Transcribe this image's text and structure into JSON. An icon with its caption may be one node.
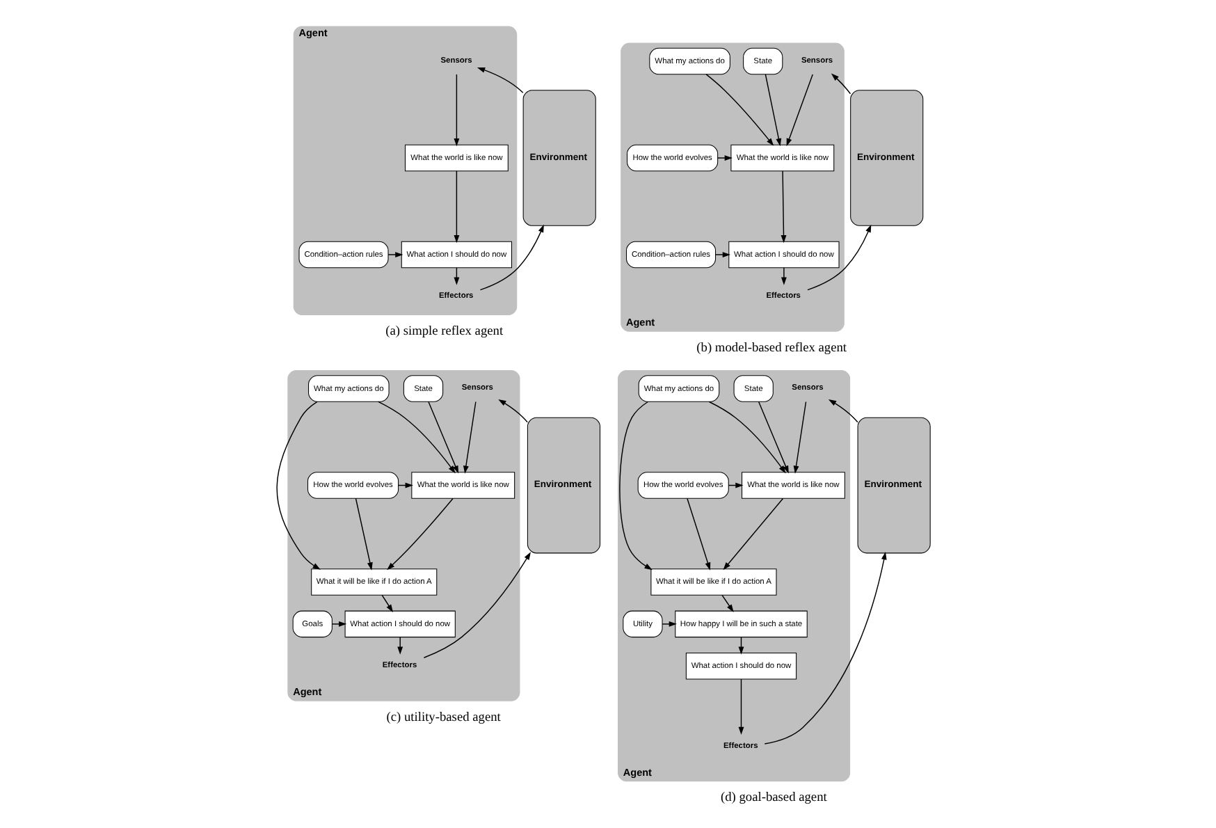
{
  "diagram": {
    "nodes": [
      {
        "text": [
          "Agent"
        ]
      },
      {
        "text": [
          "Sensors"
        ],
        "in": 0
      },
      {
        "text": [
          "What the world is like now"
        ],
        "in": 0
      },
      {
        "text": [
          "Condition–action rules"
        ],
        "in": 0
      },
      {
        "text": [
          "What action I should do now"
        ],
        "in": 0
      },
      {
        "text": [
          "Effectors"
        ],
        "in": 0
      },
      {
        "text": [
          "Environment"
        ]
      },
      {
        "text": [
          "Agent"
        ]
      },
      {
        "text": [
          "Sensors"
        ],
        "in": 7
      },
      {
        "text": [
          "State"
        ],
        "in": 7
      },
      {
        "text": [
          "How the world evolves"
        ],
        "in": 7
      },
      {
        "text": [
          "What the world is like now"
        ],
        "in": 7
      },
      {
        "text": [
          "What my actions do"
        ],
        "in": 7
      },
      {
        "text": [
          "Condition–action rules"
        ],
        "in": 7
      },
      {
        "text": [
          "What action I should do now"
        ],
        "in": 7
      },
      {
        "text": [
          "Effectors"
        ],
        "in": 7
      },
      {
        "text": [
          "Environment"
        ]
      },
      {
        "text": [
          "Agent"
        ]
      },
      {
        "text": [
          "Sensors"
        ],
        "in": 17
      },
      {
        "text": [
          "State"
        ],
        "in": 17
      },
      {
        "text": [
          "How the world evolves"
        ],
        "in": 17
      },
      {
        "text": [
          "What the world is like now"
        ],
        "in": 17
      },
      {
        "text": [
          "What my actions do"
        ],
        "in": 17
      },
      {
        "text": [
          "What it will be like if I do action A"
        ],
        "in": 17
      },
      {
        "text": [
          "Goals"
        ],
        "in": 17
      },
      {
        "text": [
          "What action I should do now"
        ],
        "in": 17
      },
      {
        "text": [
          "Effectors"
        ],
        "in": 17
      },
      {
        "text": [
          "Environment"
        ]
      },
      {
        "text": [
          "Agent"
        ]
      },
      {
        "text": [
          "Sensors"
        ],
        "in": 28
      },
      {
        "text": [
          "State"
        ],
        "in": 28
      },
      {
        "text": [
          "How the world evolves"
        ],
        "in": 28
      },
      {
        "text": [
          "What the world is like now"
        ],
        "in": 28
      },
      {
        "text": [
          "What my actions do"
        ],
        "in": 28
      },
      {
        "text": [
          "What it will be like if I do action A"
        ],
        "in": 28
      },
      {
        "text": [
          "Utility"
        ],
        "in": 28
      },
      {
        "text": [
          "How happy I will be in such a state"
        ],
        "in": 28
      },
      {
        "text": [
          "What action I should do now"
        ],
        "in": 28
      },
      {
        "text": [
          "Effectors"
        ],
        "in": 28
      },
      {
        "text": [
          "Environment"
        ]
      }
    ],
    "edges": [
      {
        "from": 6,
        "to": 1,
        "arrow": "to"
      },
      {
        "from": 1,
        "to": 2,
        "arrow": "to"
      },
      {
        "from": 2,
        "to": 4,
        "arrow": "to"
      },
      {
        "from": 3,
        "to": 4,
        "arrow": "to"
      },
      {
        "from": 4,
        "to": 5,
        "arrow": "to"
      },
      {
        "from": 5,
        "to": 6,
        "arrow": "to"
      },
      {
        "from": 16,
        "to": 8,
        "arrow": "to"
      },
      {
        "from": 8,
        "to": 11,
        "arrow": "to"
      },
      {
        "from": 9,
        "to": 11,
        "arrow": "to"
      },
      {
        "from": 10,
        "to": 11,
        "arrow": "to"
      },
      {
        "from": 12,
        "to": 11,
        "arrow": "to"
      },
      {
        "from": 11,
        "to": 14,
        "arrow": "to"
      },
      {
        "from": 13,
        "to": 14,
        "arrow": "to"
      },
      {
        "from": 14,
        "to": 15,
        "arrow": "to"
      },
      {
        "from": 15,
        "to": 16,
        "arrow": "to"
      },
      {
        "from": 27,
        "to": 18,
        "arrow": "to"
      },
      {
        "from": 18,
        "to": 21,
        "arrow": "to"
      },
      {
        "from": 19,
        "to": 21,
        "arrow": "to"
      },
      {
        "from": 20,
        "to": 21,
        "arrow": "to"
      },
      {
        "from": 20,
        "to": 23,
        "arrow": "to"
      },
      {
        "from": 22,
        "to": 21,
        "arrow": "to"
      },
      {
        "from": 22,
        "to": 23,
        "arrow": "to"
      },
      {
        "from": 21,
        "to": 23,
        "arrow": "to"
      },
      {
        "from": 23,
        "to": 25,
        "arrow": "to"
      },
      {
        "from": 24,
        "to": 25,
        "arrow": "to"
      },
      {
        "from": 25,
        "to": 26,
        "arrow": "to"
      },
      {
        "from": 26,
        "to": 27,
        "arrow": "to"
      },
      {
        "from": 39,
        "to": 29,
        "arrow": "to"
      },
      {
        "from": 29,
        "to": 32,
        "arrow": "to"
      },
      {
        "from": 30,
        "to": 32,
        "arrow": "to"
      },
      {
        "from": 31,
        "to": 32,
        "arrow": "to"
      },
      {
        "from": 31,
        "to": 34,
        "arrow": "to"
      },
      {
        "from": 33,
        "to": 32,
        "arrow": "to"
      },
      {
        "from": 33,
        "to": 34,
        "arrow": "to"
      },
      {
        "from": 32,
        "to": 34,
        "arrow": "to"
      },
      {
        "from": 34,
        "to": 36,
        "arrow": "to"
      },
      {
        "from": 35,
        "to": 36,
        "arrow": "to"
      },
      {
        "from": 36,
        "to": 37,
        "arrow": "to"
      },
      {
        "from": 37,
        "to": 38,
        "arrow": "to"
      },
      {
        "from": 38,
        "to": 39,
        "arrow": "to"
      }
    ],
    "labels": [
      "(a) simple reflex agent",
      "(b) model-based reflex agent",
      "(c) utility-based agent",
      "(d) goal-based agent"
    ]
  }
}
